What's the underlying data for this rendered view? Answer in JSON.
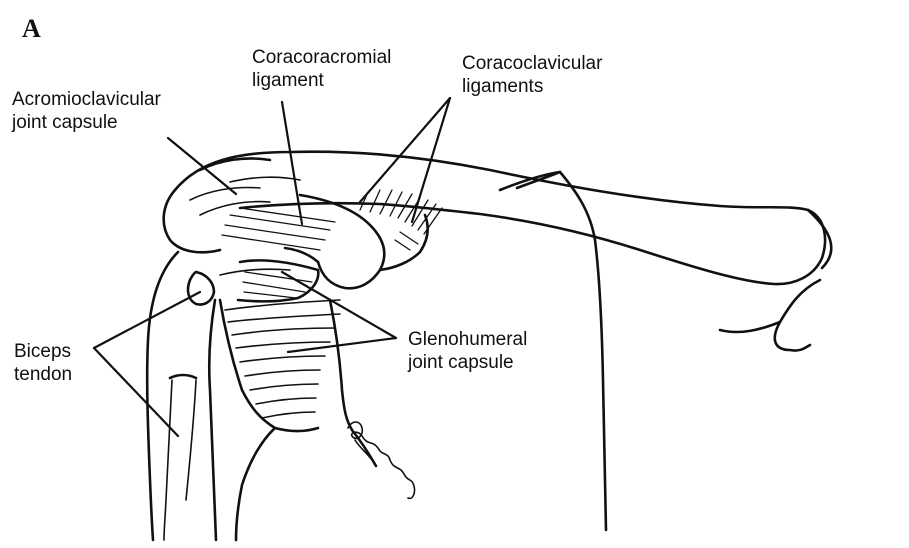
{
  "figure": {
    "panel_letter": "A",
    "labels": {
      "acromioclavicular": [
        "Acromioclavicular",
        "joint capsule"
      ],
      "coracoacromial": [
        "Coracoracromial",
        "ligament"
      ],
      "coracoclavicular": [
        "Coracoclavicular",
        "ligaments"
      ],
      "biceps": [
        "Biceps",
        "tendon"
      ],
      "glenohumeral": [
        "Glenohumeral",
        "joint capsule"
      ]
    }
  }
}
